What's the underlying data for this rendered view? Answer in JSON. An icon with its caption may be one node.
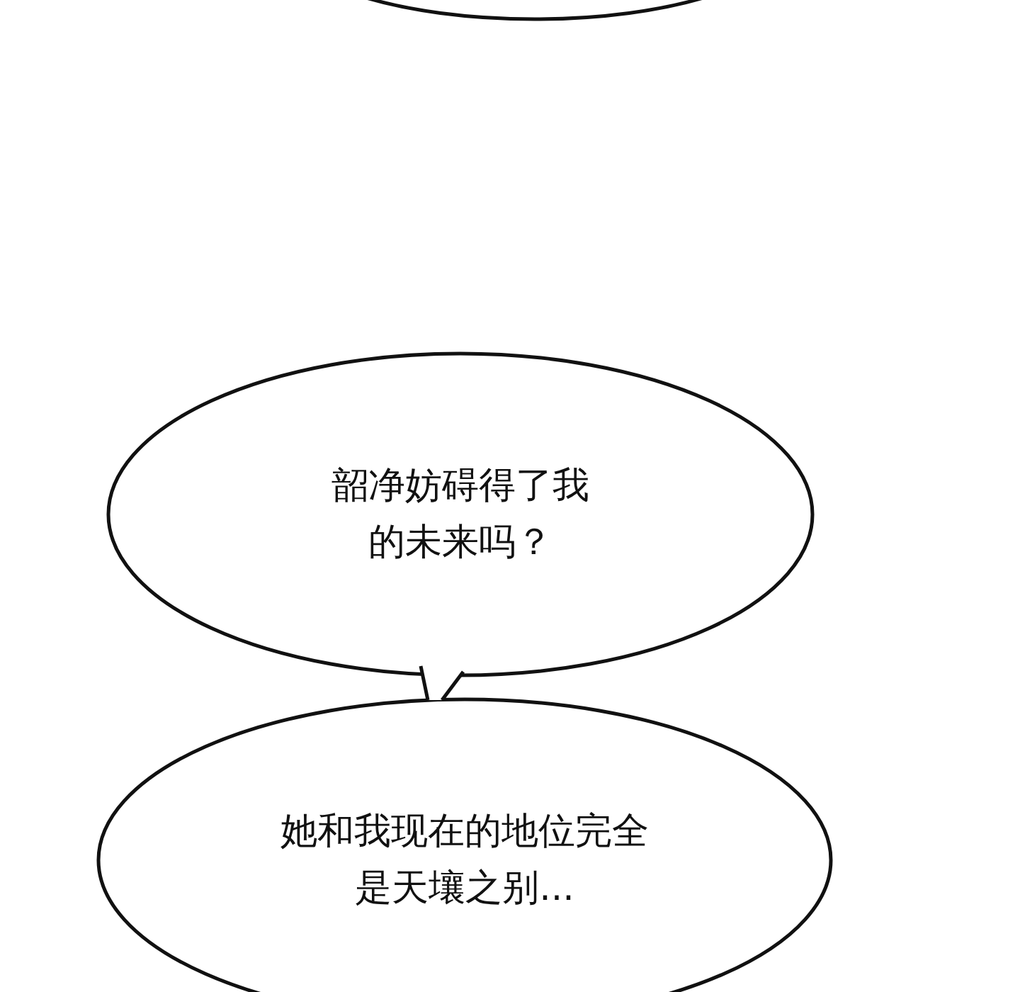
{
  "diagram": {
    "nodes": [
      {
        "text": [],
        "shape": "ellipse"
      },
      {
        "text": [
          "韶净妨碍得了我的未来吗？"
        ]
      },
      {
        "text": [
          "她和我现在的地位完全是天壤之别..."
        ]
      }
    ]
  }
}
